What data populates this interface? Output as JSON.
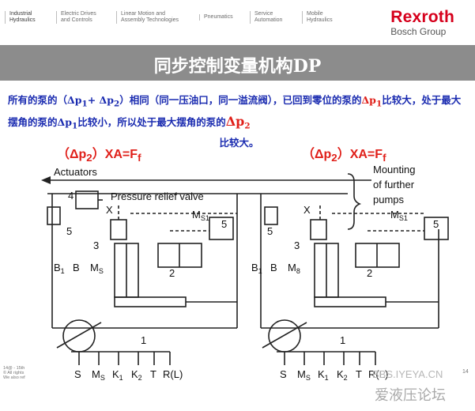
{
  "nav": {
    "items": [
      {
        "line1": "Industrial",
        "line2": "Hydraulics"
      },
      {
        "line1": "Electric Drives",
        "line2": "and Controls"
      },
      {
        "line1": "Linear Motion and",
        "line2": "Assembly Technologies"
      },
      {
        "line1": "Pneumatics",
        "line2": ""
      },
      {
        "line1": "Service",
        "line2": "Automation"
      },
      {
        "line1": "Mobile",
        "line2": "Hydraulics"
      }
    ]
  },
  "logo": {
    "brand": "Rexroth",
    "group": "Bosch Group"
  },
  "title": "同步控制变量机构DP",
  "paragraph": {
    "part1": "所有的泵的（Δp",
    "sub1": "1",
    "part2": "+ Δp",
    "sub2": "2",
    "part3": "）相同（同一压油口，同一溢流阀），已回到零位的泵的",
    "part4": "Δp",
    "sub4": "1",
    "part5": "比较大，处于最大摆角的泵的Δp",
    "sub5": "1",
    "part6": "比较小，所以处于最大摆角的泵的",
    "part7": "Δp",
    "sub7": "2",
    "part8": "比较大。"
  },
  "equations": [
    {
      "pre": "（Δp",
      "sub": "2",
      "post": "）XA=F",
      "sub2": "f"
    },
    {
      "pre": "（Δp",
      "sub": "2",
      "post": "）XA=F",
      "sub2": "f"
    }
  ],
  "diagram": {
    "actuators": "Actuators",
    "relief": "Pressure relief valve",
    "mounting": [
      "Mounting",
      "of further",
      "pumps"
    ],
    "labels": {
      "n4": "4",
      "n5": "5",
      "n3": "3",
      "n2": "2",
      "n1": "1",
      "X": "X",
      "Ms1": "M",
      "Ms1_sub": "S1",
      "B1": "B",
      "B1_sub": "1",
      "B": "B",
      "Ms": "M",
      "Ms_sub": "S",
      "S": "S",
      "K1": "K",
      "K1_sub": "1",
      "K2": "K",
      "K2_sub": "2",
      "T": "T",
      "RL": "R(L)",
      "M8": "M",
      "M8_sub": "8"
    }
  },
  "footer": {
    "line1": "14@ - 15th",
    "line2": "© All rights",
    "line3": "We also ref"
  },
  "page_number": "14",
  "watermark": {
    "url": "BBS.IYEYA.CN",
    "cn": "爱液压论坛"
  }
}
